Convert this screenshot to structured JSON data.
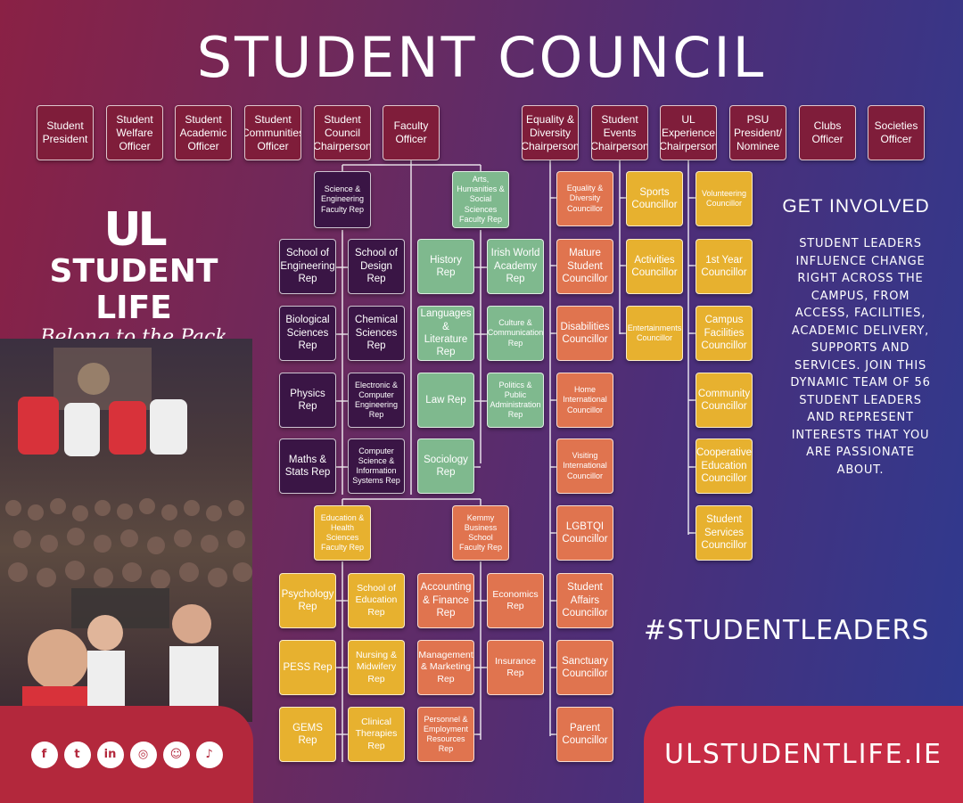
{
  "title": "STUDENT COUNCIL",
  "top_officers": [
    "Student President",
    "Student Welfare Officer",
    "Student Academic Officer",
    "Student Communities Officer",
    "Student Council Chairperson",
    "Faculty Officer",
    "Equality & Diversity Chairperson",
    "Student Events Chairperson",
    "UL Experience Chairperson",
    "PSU President/ Nominee",
    "Clubs Officer",
    "Societies Officer"
  ],
  "faculty_reps": {
    "science_engineering": "Science & Engineering Faculty Rep",
    "ahss": "Arts, Humanities & Social Sciences Faculty Rep",
    "education_health": "Education & Health Sciences Faculty Rep",
    "kemmy": "Kemmy Business School Faculty Rep"
  },
  "science_reps": [
    "School of Engineering Rep",
    "School of Design Rep",
    "Biological Sciences Rep",
    "Chemical Sciences Rep",
    "Physics Rep",
    "Electronic & Computer Engineering Rep",
    "Maths & Stats Rep",
    "Computer Science & Information Systems Rep"
  ],
  "ahss_reps": [
    "History Rep",
    "Irish World Academy Rep",
    "Languages & Literature Rep",
    "Culture & Communication Rep",
    "Law Rep",
    "Politics & Public Administration Rep",
    "Sociology Rep"
  ],
  "ehs_reps": [
    "Psychology Rep",
    "School of Education Rep",
    "PESS Rep",
    "Nursing & Midwifery Rep",
    "GEMS Rep",
    "Clinical Therapies Rep"
  ],
  "kemmy_reps": [
    "Accounting & Finance Rep",
    "Economics Rep",
    "Management & Marketing Rep",
    "Insurance Rep",
    "Personnel & Employment Resources Rep"
  ],
  "equality_councillors": [
    "Equality & Diversity Councillor",
    "Mature Student Councillor",
    "Disabilities Councillor",
    "Home International Councillor",
    "Visiting International Councillor",
    "LGBTQI Councillor",
    "Student Affairs Councillor",
    "Sanctuary Councillor",
    "Parent Councillor"
  ],
  "events_councillors": [
    "Sports Councillor",
    "Activities Councillor",
    "Entertainments Councillor"
  ],
  "experience_councillors": [
    "Volunteering Councillor",
    "1st Year Councillor",
    "Campus Facilities Councillor",
    "Community Councillor",
    "Cooperative Education Councillor",
    "Student Services Councillor"
  ],
  "logo": {
    "mark": "UL",
    "brand": "STUDENT LIFE",
    "tagline": "Belong to the Pack"
  },
  "get_involved": {
    "title": "GET INVOLVED",
    "text": "STUDENT LEADERS INFLUENCE CHANGE RIGHT ACROSS THE CAMPUS, FROM ACCESS, FACILITIES, ACADEMIC DELIVERY, SUPPORTS AND SERVICES. JOIN THIS DYNAMIC TEAM OF 56 STUDENT LEADERS AND REPRESENT INTERESTS THAT YOU ARE PASSIONATE ABOUT."
  },
  "hashtag": "#STUDENTLEADERS",
  "website": "ULSTUDENTLIFE.IE",
  "social_icons": [
    "facebook-icon",
    "twitter-icon",
    "linkedin-icon",
    "instagram-icon",
    "snapchat-icon",
    "tiktok-icon"
  ],
  "social_glyphs": [
    "f",
    "t",
    "in",
    "◎",
    "☺",
    "♪"
  ],
  "colors": {
    "top": "#7f1d3a",
    "dark": "#3a1545",
    "green": "#7fb98e",
    "orange": "#e0744f",
    "yellow": "#e7b12f",
    "accent": "#c72c45"
  }
}
